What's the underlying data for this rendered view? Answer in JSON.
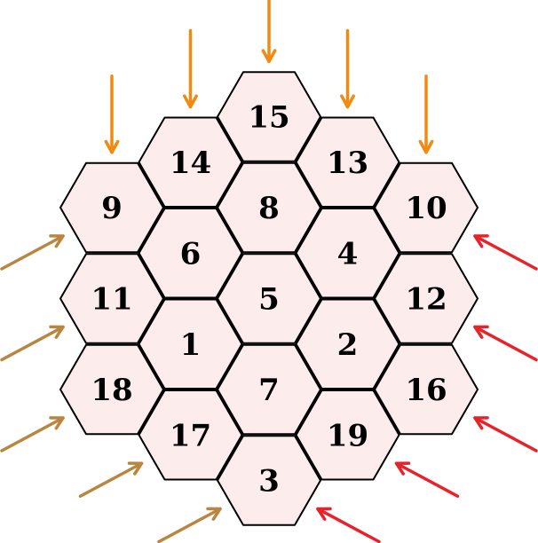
{
  "puzzle": {
    "colors": {
      "cell_fill": "#fdecec",
      "cell_border": "#000000",
      "arrow_top": "#f08a10",
      "arrow_left": "#b98640",
      "arrow_right": "#e8222a"
    },
    "cells": [
      {
        "label": "15",
        "col": 0,
        "row": -3
      },
      {
        "label": "14",
        "col": -1,
        "row": -2.5
      },
      {
        "label": "13",
        "col": 1,
        "row": -2.5
      },
      {
        "label": "9",
        "col": -2,
        "row": -2
      },
      {
        "label": "8",
        "col": 0,
        "row": -2
      },
      {
        "label": "10",
        "col": 2,
        "row": -2
      },
      {
        "label": "6",
        "col": -1,
        "row": -1.5
      },
      {
        "label": "4",
        "col": 1,
        "row": -1.5
      },
      {
        "label": "11",
        "col": -2,
        "row": -1
      },
      {
        "label": "5",
        "col": 0,
        "row": -1
      },
      {
        "label": "12",
        "col": 2,
        "row": -1
      },
      {
        "label": "1",
        "col": -1,
        "row": -0.5
      },
      {
        "label": "2",
        "col": 1,
        "row": -0.5
      },
      {
        "label": "18",
        "col": -2,
        "row": 0
      },
      {
        "label": "7",
        "col": 0,
        "row": 0
      },
      {
        "label": "16",
        "col": 2,
        "row": 0
      },
      {
        "label": "17",
        "col": -1,
        "row": 0.5
      },
      {
        "label": "19",
        "col": 1,
        "row": 0.5
      },
      {
        "label": "3",
        "col": 0,
        "row": 1
      }
    ],
    "arrows": [
      {
        "group": "top",
        "color_key": "arrow_top",
        "target": "9"
      },
      {
        "group": "top",
        "color_key": "arrow_top",
        "target": "14"
      },
      {
        "group": "top",
        "color_key": "arrow_top",
        "target": "15"
      },
      {
        "group": "top",
        "color_key": "arrow_top",
        "target": "13"
      },
      {
        "group": "top",
        "color_key": "arrow_top",
        "target": "10"
      },
      {
        "group": "left",
        "color_key": "arrow_left",
        "target": "9"
      },
      {
        "group": "left",
        "color_key": "arrow_left",
        "target": "11"
      },
      {
        "group": "left",
        "color_key": "arrow_left",
        "target": "18"
      },
      {
        "group": "left",
        "color_key": "arrow_left",
        "target": "17"
      },
      {
        "group": "left",
        "color_key": "arrow_left",
        "target": "3"
      },
      {
        "group": "right",
        "color_key": "arrow_right",
        "target": "10"
      },
      {
        "group": "right",
        "color_key": "arrow_right",
        "target": "12"
      },
      {
        "group": "right",
        "color_key": "arrow_right",
        "target": "16"
      },
      {
        "group": "right",
        "color_key": "arrow_right",
        "target": "19"
      },
      {
        "group": "right",
        "color_key": "arrow_right",
        "target": "3"
      }
    ]
  }
}
